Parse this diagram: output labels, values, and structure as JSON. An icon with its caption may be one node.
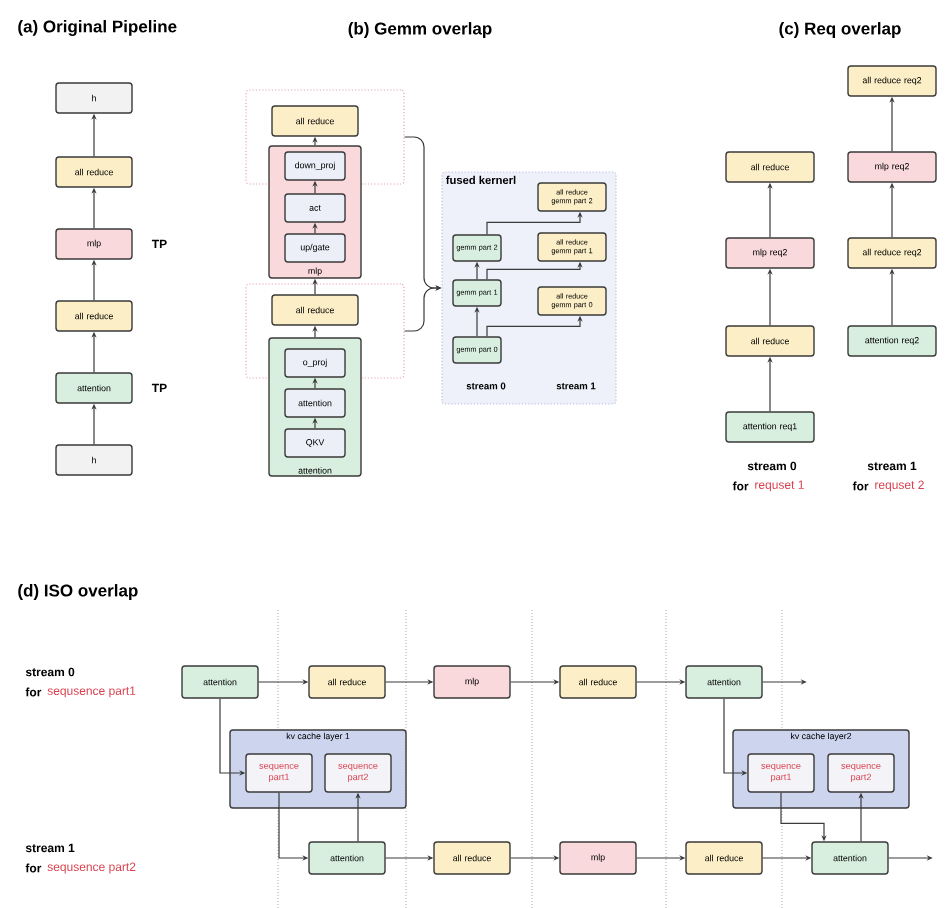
{
  "diagram": {
    "nodes": [
      {
        "text": [
          "h"
        ]
      },
      {
        "text": [
          "all reduce"
        ]
      },
      {
        "text": [
          "mlp"
        ],
        "beside": [
          "TP"
        ]
      },
      {
        "text": [
          "all reduce"
        ]
      },
      {
        "text": [
          "attention"
        ],
        "beside": [
          "TP"
        ]
      },
      {
        "text": [
          "h"
        ]
      },
      {
        "text": [],
        "shape": "box"
      },
      {
        "text": [
          "all reduce"
        ],
        "in": 6
      },
      {
        "text": [
          "mlp"
        ]
      },
      {
        "text": [
          "down_proj"
        ]
      },
      {
        "text": [
          "act"
        ],
        "in": 8
      },
      {
        "text": [
          "up/gate"
        ],
        "in": 8
      },
      {
        "text": [],
        "shape": "box"
      },
      {
        "text": [
          "all reduce"
        ],
        "in": 12
      },
      {
        "text": [
          "attention"
        ]
      },
      {
        "text": [
          "o_proj"
        ]
      },
      {
        "text": [
          "attention"
        ],
        "in": 14
      },
      {
        "text": [
          "QKV"
        ],
        "in": 14
      },
      {
        "text": [
          "fused kernerl"
        ]
      },
      {
        "text": [
          "all reduce gemm part 2"
        ],
        "in": 18
      },
      {
        "text": [
          "gemm part 2"
        ],
        "in": 18
      },
      {
        "text": [
          "all reduce gemm part 1"
        ],
        "in": 18
      },
      {
        "text": [
          "gemm part 1"
        ],
        "in": 18
      },
      {
        "text": [
          "all reduce gemm part 0"
        ],
        "in": 18
      },
      {
        "text": [
          "gemm part 0"
        ],
        "in": 18
      },
      {
        "text": [
          "all reduce req2"
        ]
      },
      {
        "text": [
          "all reduce"
        ]
      },
      {
        "text": [
          "mlp req2"
        ]
      },
      {
        "text": [
          "mlp req2"
        ]
      },
      {
        "text": [
          "all reduce req2"
        ]
      },
      {
        "text": [
          "all reduce"
        ]
      },
      {
        "text": [
          "attention req2"
        ]
      },
      {
        "text": [
          "attention req1"
        ]
      },
      {
        "text": [
          "attention"
        ]
      },
      {
        "text": [
          "all reduce"
        ]
      },
      {
        "text": [
          "mlp"
        ]
      },
      {
        "text": [
          "all reduce"
        ]
      },
      {
        "text": [
          "attention"
        ]
      },
      {
        "text": [
          "kv cache layer 1"
        ]
      },
      {
        "text": [
          "sequence part1"
        ],
        "in": 38
      },
      {
        "text": [
          "sequence part2"
        ],
        "in": 38
      },
      {
        "text": [
          "kv cache layer2"
        ]
      },
      {
        "text": [
          "sequence part1"
        ],
        "in": 41
      },
      {
        "text": [
          "sequence part2"
        ],
        "in": 41
      },
      {
        "text": [
          "attention"
        ]
      },
      {
        "text": [
          "all reduce"
        ]
      },
      {
        "text": [
          "mlp"
        ]
      },
      {
        "text": [
          "all reduce"
        ]
      },
      {
        "text": [
          "attention"
        ]
      }
    ],
    "edges": [
      {
        "from": 5,
        "to": 4,
        "arrow": "to"
      },
      {
        "from": 4,
        "to": 3,
        "arrow": "to"
      },
      {
        "from": 3,
        "to": 2,
        "arrow": "to"
      },
      {
        "from": 2,
        "to": 1,
        "arrow": "to"
      },
      {
        "from": 1,
        "to": 0,
        "arrow": "to"
      },
      {
        "from": 17,
        "to": 16,
        "arrow": "to"
      },
      {
        "from": 16,
        "to": 15,
        "arrow": "to"
      },
      {
        "from": 14,
        "to": 13,
        "arrow": "to"
      },
      {
        "from": 13,
        "to": 8,
        "arrow": "to"
      },
      {
        "from": 11,
        "to": 10,
        "arrow": "to"
      },
      {
        "from": 10,
        "to": 9,
        "arrow": "to"
      },
      {
        "from": 8,
        "to": 7,
        "arrow": "to"
      },
      {
        "from": 6,
        "to": 18,
        "arrow": "to"
      },
      {
        "from": 12,
        "to": 18,
        "arrow": "to"
      },
      {
        "from": 24,
        "to": 22,
        "arrow": "to"
      },
      {
        "from": 22,
        "to": 20,
        "arrow": "to"
      },
      {
        "from": 24,
        "to": 23,
        "arrow": "to"
      },
      {
        "from": 22,
        "to": 21,
        "arrow": "to"
      },
      {
        "from": 20,
        "to": 19,
        "arrow": "to"
      },
      {
        "from": 32,
        "to": 30,
        "arrow": "to"
      },
      {
        "from": 30,
        "to": 28,
        "arrow": "to"
      },
      {
        "from": 28,
        "to": 26,
        "arrow": "to"
      },
      {
        "from": 31,
        "to": 29,
        "arrow": "to"
      },
      {
        "from": 29,
        "to": 27,
        "arrow": "to"
      },
      {
        "from": 27,
        "to": 25,
        "arrow": "to"
      },
      {
        "from": 33,
        "to": 34,
        "arrow": "to"
      },
      {
        "from": 34,
        "to": 35,
        "arrow": "to"
      },
      {
        "from": 35,
        "to": 36,
        "arrow": "to"
      },
      {
        "from": 36,
        "to": 37,
        "arrow": "to"
      },
      {
        "from": 37,
        "to": null,
        "arrow": "to"
      },
      {
        "from": 44,
        "to": 45,
        "arrow": "to"
      },
      {
        "from": 45,
        "to": 46,
        "arrow": "to"
      },
      {
        "from": 46,
        "to": 47,
        "arrow": "to"
      },
      {
        "from": 47,
        "to": 48,
        "arrow": "to"
      },
      {
        "from": 48,
        "to": null,
        "arrow": "to"
      },
      {
        "from": 33,
        "to": 39,
        "arrow": "to"
      },
      {
        "from": 39,
        "to": 44,
        "arrow": "to"
      },
      {
        "from": 44,
        "to": 40,
        "arrow": "to"
      },
      {
        "from": 37,
        "to": 42,
        "arrow": "to"
      },
      {
        "from": 42,
        "to": 48,
        "arrow": "to"
      },
      {
        "from": 48,
        "to": 43,
        "arrow": "to"
      }
    ],
    "labels": [
      "(a) Original Pipeline",
      "(b) Gemm overlap",
      "(c) Req overlap",
      "stream 0",
      "stream 1",
      "stream 0",
      "for",
      "requset 1",
      "stream 1",
      "for",
      "requset 2",
      "(d) ISO overlap",
      "stream 0",
      "for",
      "sequsence part1",
      "stream 1",
      "for",
      "sequsence part2"
    ]
  }
}
